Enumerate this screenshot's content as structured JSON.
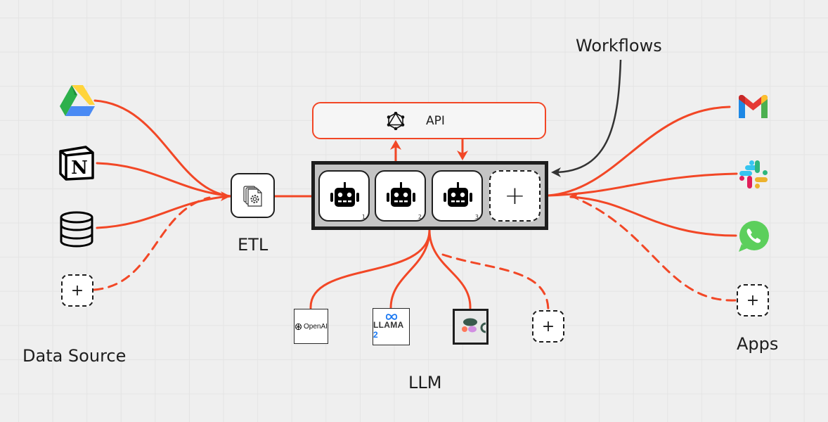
{
  "labels": {
    "data_source": "Data Source",
    "etl": "ETL",
    "llm": "LLM",
    "apps": "Apps",
    "workflows": "Workflows",
    "api": "API"
  },
  "data_sources": [
    {
      "name": "Google Drive",
      "icon": "google-drive-icon"
    },
    {
      "name": "Notion",
      "icon": "notion-icon",
      "glyph": "N"
    },
    {
      "name": "Database",
      "icon": "database-icon"
    },
    {
      "name": "Add data source",
      "icon": "plus-icon",
      "glyph": "+"
    }
  ],
  "agents": [
    {
      "icon": "robot-icon",
      "index": "1"
    },
    {
      "icon": "robot-icon",
      "index": "2"
    },
    {
      "icon": "robot-icon",
      "index": "3"
    },
    {
      "icon": "plus-icon",
      "glyph": "+"
    }
  ],
  "llms": [
    {
      "name": "OpenAI",
      "label": "OpenAI"
    },
    {
      "name": "Llama 2",
      "label": "LLAMA",
      "label_suffix": "2"
    },
    {
      "name": "Cohere",
      "label": ""
    },
    {
      "name": "Add LLM",
      "glyph": "+"
    }
  ],
  "apps": [
    {
      "name": "Gmail",
      "icon": "gmail-icon"
    },
    {
      "name": "Slack",
      "icon": "slack-icon"
    },
    {
      "name": "WhatsApp",
      "icon": "whatsapp-icon"
    },
    {
      "name": "Add app",
      "icon": "plus-icon",
      "glyph": "+"
    }
  ],
  "colors": {
    "connector": "#f24726",
    "outline": "#1e1e1e",
    "container_fill": "#c4c4c4",
    "background": "#efefef",
    "workflow_arrow": "#333333"
  }
}
